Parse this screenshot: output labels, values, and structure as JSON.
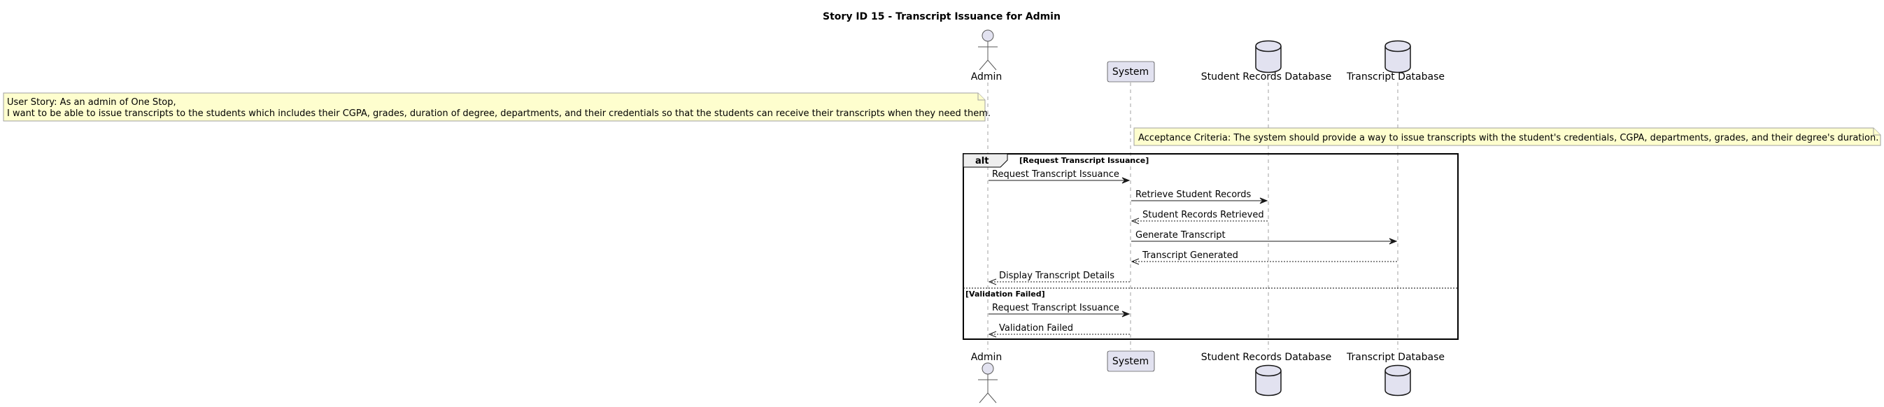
{
  "title": "Story ID 15 - Transcript Issuance for Admin",
  "participants": [
    {
      "id": "admin",
      "label": "Admin",
      "kind": "actor"
    },
    {
      "id": "system",
      "label": "System",
      "kind": "participant"
    },
    {
      "id": "srdb",
      "label": "Student Records Database",
      "kind": "database"
    },
    {
      "id": "tdb",
      "label": "Transcript Database",
      "kind": "database"
    }
  ],
  "notes": {
    "user_story_line1": "User Story: As an admin of One Stop,",
    "user_story_line2": "I want to be able to issue transcripts to the students which includes their CGPA, grades, duration of degree, departments, and their credentials so that the students can receive their transcripts when they need them.",
    "acceptance": "Acceptance Criteria: The system should provide a way to issue transcripts with the student's credentials, CGPA, departments, grades, and their degree's duration."
  },
  "fragment": {
    "tag": "alt",
    "guard1": "[Request Transcript Issuance]",
    "guard2": "[Validation Failed]"
  },
  "messages": [
    {
      "label": "Request Transcript Issuance",
      "from": "admin",
      "to": "system",
      "reply": false
    },
    {
      "label": "Retrieve Student Records",
      "from": "system",
      "to": "srdb",
      "reply": false
    },
    {
      "label": "Student Records Retrieved",
      "from": "srdb",
      "to": "system",
      "reply": true
    },
    {
      "label": "Generate Transcript",
      "from": "system",
      "to": "tdb",
      "reply": false
    },
    {
      "label": "Transcript Generated",
      "from": "tdb",
      "to": "system",
      "reply": true
    },
    {
      "label": "Display Transcript Details",
      "from": "system",
      "to": "admin",
      "reply": true
    },
    {
      "label": "Request Transcript Issuance",
      "from": "admin",
      "to": "system",
      "reply": false
    },
    {
      "label": "Validation Failed",
      "from": "system",
      "to": "admin",
      "reply": true
    }
  ]
}
